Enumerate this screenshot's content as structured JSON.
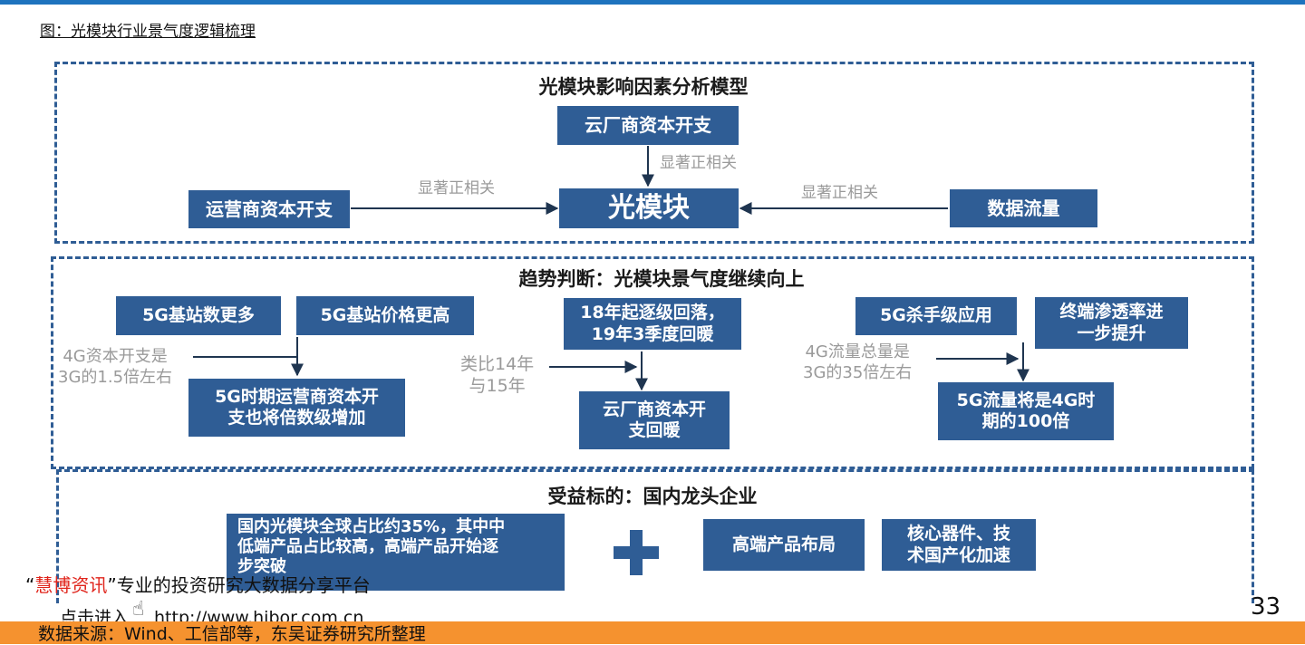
{
  "figure_title": "图：光模块行业景气度逻辑梳理",
  "section1": {
    "title": "光模块影响因素分析模型",
    "center": "光模块",
    "top_factor": "云厂商资本开支",
    "left_factor": "运营商资本开支",
    "right_factor": "数据流量",
    "rel_top": "显著正相关",
    "rel_left": "显著正相关",
    "rel_right": "显著正相关"
  },
  "section2": {
    "title": "趋势判断：光模块景气度继续向上",
    "left": {
      "box1": "5G基站数更多",
      "box2": "5G基站价格更高",
      "note_line1": "4G资本开支是",
      "note_line2": "3G的1.5倍左右",
      "result_line1": "5G时期运营商资本开",
      "result_line2": "支也将倍数级增加"
    },
    "middle": {
      "box_line1": "18年起逐级回落，",
      "box_line2": "19年3季度回暖",
      "note_line1": "类比14年",
      "note_line2": "与15年",
      "result_line1": "云厂商资本开",
      "result_line2": "支回暖"
    },
    "right": {
      "box1": "5G杀手级应用",
      "box2_line1": "终端渗透率进",
      "box2_line2": "一步提升",
      "note_line1": "4G流量总量是",
      "note_line2": "3G的35倍左右",
      "result_line1": "5G流量将是4G时",
      "result_line2": "期的100倍"
    }
  },
  "section3": {
    "title": "受益标的：国内龙头企业",
    "box1_line1": "国内光模块全球占比约35%，其中中",
    "box1_line2": "低端产品占比较高，高端产品开始逐",
    "box1_line3": "步突破",
    "box2": "高端产品布局",
    "box3_line1": "核心器件、技",
    "box3_line2": "术国产化加速"
  },
  "watermark": {
    "quote_open": "“",
    "brand": "慧博资讯",
    "quote_close": "”",
    "slogan": "专业的投资研究大数据分享平台",
    "link_prefix": "点击进入",
    "link_url": "http://www.hibor.com.cn"
  },
  "page_number": "33",
  "source": "数据来源：Wind、工信部等，东吴证券研究所整理",
  "colors": {
    "box_fill": "#2f5d95",
    "dash_border": "#2f5d95",
    "arrow": "#1f3550",
    "top_rule": "#1e73be",
    "footer_bar": "#f5922f",
    "brand_red": "#e0241b"
  },
  "icons": {
    "plus": "plus-icon",
    "hand": "pointer-hand-icon"
  }
}
